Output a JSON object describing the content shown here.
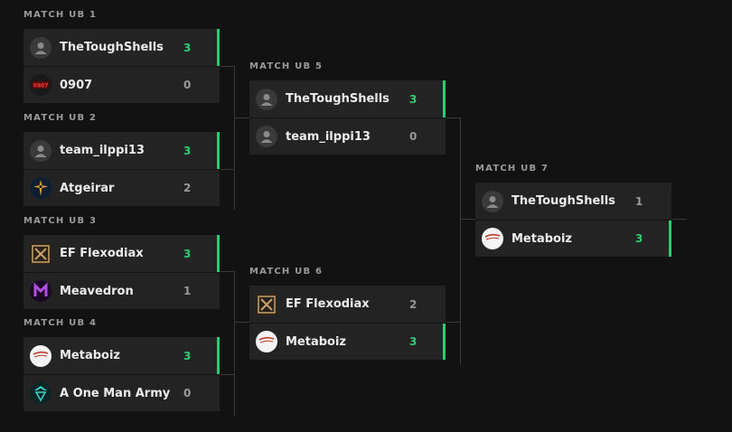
{
  "bracket": {
    "matches": [
      {
        "label": "MATCH UB 1",
        "teams": [
          {
            "name": "TheToughShells",
            "score": "3",
            "icon": "default-avatar-icon"
          },
          {
            "name": "0907",
            "score": "0",
            "icon": "team-0907-logo"
          }
        ]
      },
      {
        "label": "MATCH UB 2",
        "teams": [
          {
            "name": "team_ilppi13",
            "score": "3",
            "icon": "default-avatar-icon"
          },
          {
            "name": "Atgeirar",
            "score": "2",
            "icon": "atgeirar-logo"
          }
        ]
      },
      {
        "label": "MATCH UB 3",
        "teams": [
          {
            "name": "EF Flexodiax",
            "score": "3",
            "icon": "ef-flexodiax-logo"
          },
          {
            "name": "Meavedron",
            "score": "1",
            "icon": "meavedron-logo"
          }
        ]
      },
      {
        "label": "MATCH UB 4",
        "teams": [
          {
            "name": "Metaboiz",
            "score": "3",
            "icon": "metaboiz-logo"
          },
          {
            "name": "A One Man Army",
            "score": "0",
            "icon": "a-one-man-army-logo"
          }
        ]
      },
      {
        "label": "MATCH UB 5",
        "teams": [
          {
            "name": "TheToughShells",
            "score": "3",
            "icon": "default-avatar-icon"
          },
          {
            "name": "team_ilppi13",
            "score": "0",
            "icon": "default-avatar-icon"
          }
        ]
      },
      {
        "label": "MATCH UB 6",
        "teams": [
          {
            "name": "EF Flexodiax",
            "score": "2",
            "icon": "ef-flexodiax-logo"
          },
          {
            "name": "Metaboiz",
            "score": "3",
            "icon": "metaboiz-logo"
          }
        ]
      },
      {
        "label": "MATCH UB 7",
        "teams": [
          {
            "name": "TheToughShells",
            "score": "1",
            "icon": "default-avatar-icon"
          },
          {
            "name": "Metaboiz",
            "score": "3",
            "icon": "metaboiz-logo"
          }
        ]
      }
    ]
  },
  "colors": {
    "background": "#121212",
    "row": "#232323",
    "winner": "#2ecc71",
    "text": "#ececec",
    "muted": "#9a9a9a",
    "connector": "#3a3a3a"
  }
}
